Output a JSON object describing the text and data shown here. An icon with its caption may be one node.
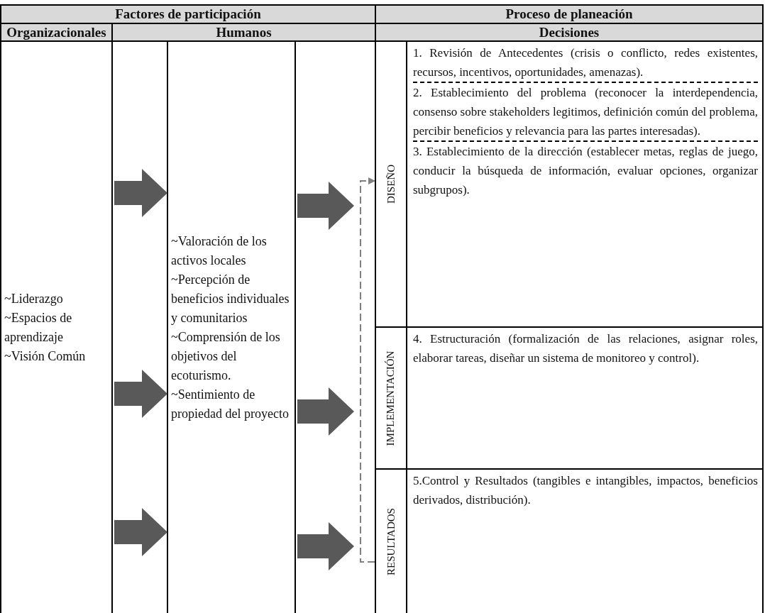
{
  "diagram": {
    "nodes": [
      {
        "text": [
          "~Liderazgo",
          "~Espacios de aprendizaje",
          "~Visión Común"
        ]
      },
      {
        "text": [
          "~Valoración de los activos locales",
          "~Percepción de beneficios individuales y comunitarios",
          "~Comprensión de los objetivos del ecoturismo.",
          "~Sentimiento de propiedad del proyecto"
        ]
      },
      {
        "text": [
          "DISEÑO"
        ]
      },
      {
        "text": [
          "IMPLEMENTACIÓN"
        ]
      },
      {
        "text": [
          "RESULTADOS"
        ]
      },
      {
        "text": [
          "1. Revisión de Antecedentes (crisis o conflicto, redes existentes, recursos, incentivos, oportunidades, amenazas).",
          "2. Establecimiento del problema (reconocer la interdependencia, consenso sobre stakeholders legitimos, definición común del problema, percibir beneficios y relevancia para las partes interesadas).",
          "3. Establecimiento de la dirección (establecer metas, reglas de juego, conducir la búsqueda de información, evaluar opciones, organizar subgrupos)."
        ]
      },
      {
        "text": [
          "4. Estructuración (formalización de las relaciones, asignar roles, elaborar tareas, diseñar un sistema de monitoreo y control)."
        ]
      },
      {
        "text": [
          "5.Control y Resultados (tangibles e intangibles, impactos, beneficios derivados, distribución)."
        ]
      }
    ],
    "edges": [
      {
        "from": 0,
        "to": 1,
        "arrow": "to",
        "style": "thick"
      },
      {
        "from": 0,
        "to": 1,
        "arrow": "to",
        "style": "thick"
      },
      {
        "from": 0,
        "to": 1,
        "arrow": "to",
        "style": "thick"
      },
      {
        "from": 1,
        "to": 2,
        "arrow": "to",
        "style": "thick"
      },
      {
        "from": 1,
        "to": 3,
        "arrow": "to",
        "style": "thick"
      },
      {
        "from": 1,
        "to": 4,
        "arrow": "to",
        "style": "thick"
      },
      {
        "from": 4,
        "to": 2,
        "arrow": "to",
        "style": "dashed",
        "color": "#808080"
      }
    ],
    "labels": [
      "Factores de participación",
      "Proceso de planeación",
      "Organizacionales",
      "Humanos",
      "Decisiones"
    ]
  }
}
